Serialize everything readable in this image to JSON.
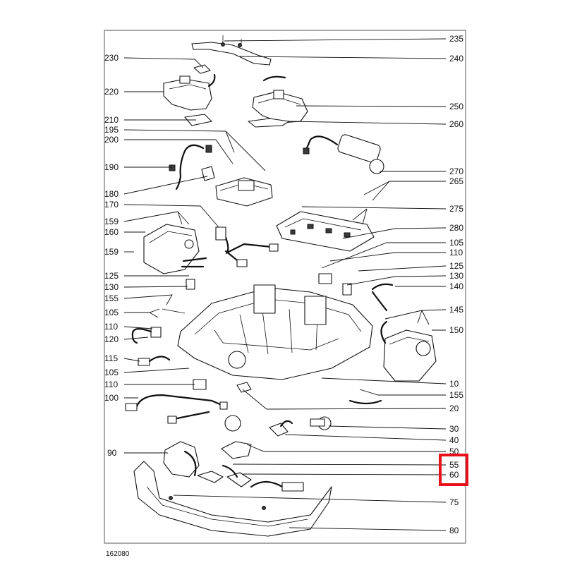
{
  "drawing_number": "162080",
  "highlight_color": "#e8101a",
  "callouts_right": [
    "235",
    "240",
    "250",
    "260",
    "270",
    "265",
    "275",
    "280",
    "105",
    "110",
    "125",
    "130",
    "140",
    "145",
    "150",
    "10",
    "155",
    "20",
    "30",
    "40",
    "50",
    "55",
    "60",
    "75",
    "80"
  ],
  "callouts_left": [
    "230",
    "220",
    "210",
    "195",
    "200",
    "190",
    "180",
    "170",
    "159",
    "160",
    "159",
    "125",
    "130",
    "155",
    "105",
    "110",
    "120",
    "115",
    "105",
    "110",
    "100",
    "90"
  ],
  "highlighted_callouts": [
    "55",
    "60"
  ]
}
